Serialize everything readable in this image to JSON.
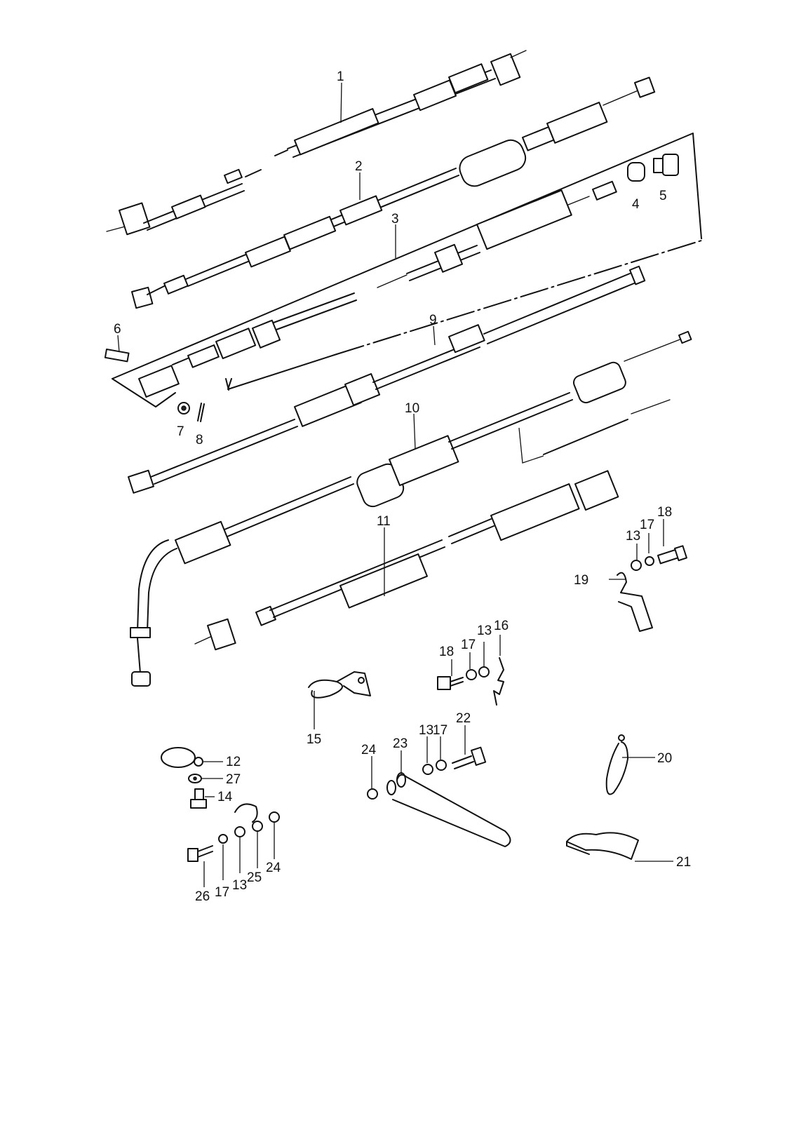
{
  "diagram": {
    "callouts": [
      {
        "id": "c1",
        "text": "1"
      },
      {
        "id": "c2",
        "text": "2"
      },
      {
        "id": "c3",
        "text": "3"
      },
      {
        "id": "c4",
        "text": "4"
      },
      {
        "id": "c5",
        "text": "5"
      },
      {
        "id": "c6",
        "text": "6"
      },
      {
        "id": "c7",
        "text": "7"
      },
      {
        "id": "c8",
        "text": "8"
      },
      {
        "id": "c9",
        "text": "9"
      },
      {
        "id": "c10",
        "text": "10"
      },
      {
        "id": "c11",
        "text": "11"
      },
      {
        "id": "c12",
        "text": "12"
      },
      {
        "id": "c13a",
        "text": "13"
      },
      {
        "id": "c13b",
        "text": "13"
      },
      {
        "id": "c13c",
        "text": "13"
      },
      {
        "id": "c13d",
        "text": "13"
      },
      {
        "id": "c14",
        "text": "14"
      },
      {
        "id": "c15",
        "text": "15"
      },
      {
        "id": "c16",
        "text": "16"
      },
      {
        "id": "c17a",
        "text": "17"
      },
      {
        "id": "c17b",
        "text": "17"
      },
      {
        "id": "c17c",
        "text": "17"
      },
      {
        "id": "c17d",
        "text": "17"
      },
      {
        "id": "c18a",
        "text": "18"
      },
      {
        "id": "c18b",
        "text": "18"
      },
      {
        "id": "c19",
        "text": "19"
      },
      {
        "id": "c20",
        "text": "20"
      },
      {
        "id": "c21",
        "text": "21"
      },
      {
        "id": "c22",
        "text": "22"
      },
      {
        "id": "c23",
        "text": "23"
      },
      {
        "id": "c24a",
        "text": "24"
      },
      {
        "id": "c24b",
        "text": "24"
      },
      {
        "id": "c25",
        "text": "25"
      },
      {
        "id": "c26",
        "text": "26"
      },
      {
        "id": "c27",
        "text": "27"
      }
    ]
  }
}
